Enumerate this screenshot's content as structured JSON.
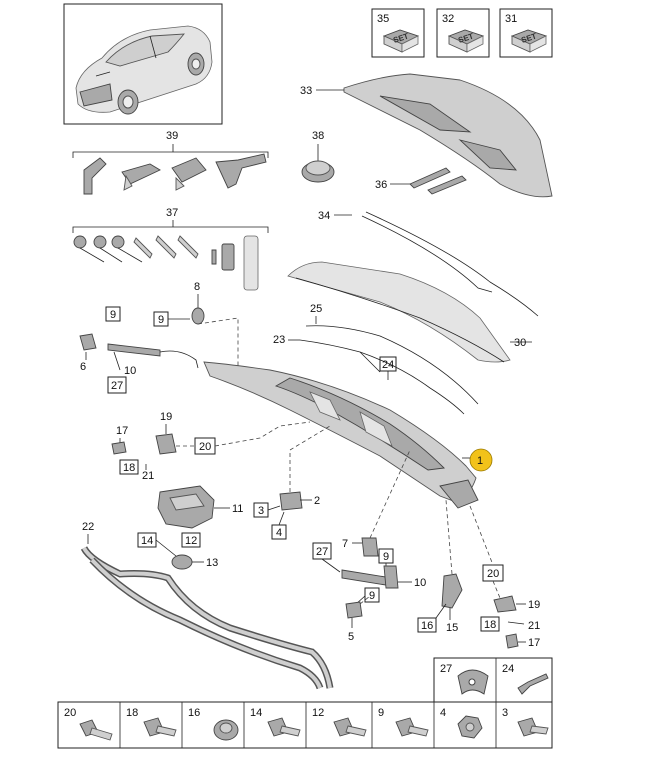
{
  "diagram": {
    "callout_number": "1",
    "set_items": [
      {
        "number": "35",
        "badge": "SET"
      },
      {
        "number": "32",
        "badge": "SET"
      },
      {
        "number": "31",
        "badge": "SET"
      }
    ],
    "group_labels": {
      "g39": "39",
      "g37": "37"
    },
    "part_labels": {
      "p33": "33",
      "p38": "38",
      "p36": "36",
      "p34": "34",
      "p30": "30",
      "p25": "25",
      "p23": "23",
      "p24": "24",
      "p8": "8",
      "p9a": "9",
      "p9b": "9",
      "p6": "6",
      "p10a": "10",
      "p27a": "27",
      "p19a": "19",
      "p17a": "17",
      "p18a": "18",
      "p21a": "21",
      "p20a": "20",
      "p11": "11",
      "p2": "2",
      "p3": "3",
      "p4": "4",
      "p14": "14",
      "p12": "12",
      "p13": "13",
      "p22": "22",
      "p7": "7",
      "p27b": "27",
      "p9c": "9",
      "p9d": "9",
      "p10b": "10",
      "p5": "5",
      "p16": "16",
      "p15": "15",
      "p20b": "20",
      "p19b": "19",
      "p21b": "21",
      "p18b": "18",
      "p17b": "17"
    },
    "legend_small": [
      {
        "number": "27"
      },
      {
        "number": "24"
      }
    ],
    "legend_fasteners": [
      {
        "number": "20"
      },
      {
        "number": "18"
      },
      {
        "number": "16"
      },
      {
        "number": "14"
      },
      {
        "number": "12"
      },
      {
        "number": "9"
      },
      {
        "number": "4"
      },
      {
        "number": "3"
      }
    ]
  }
}
